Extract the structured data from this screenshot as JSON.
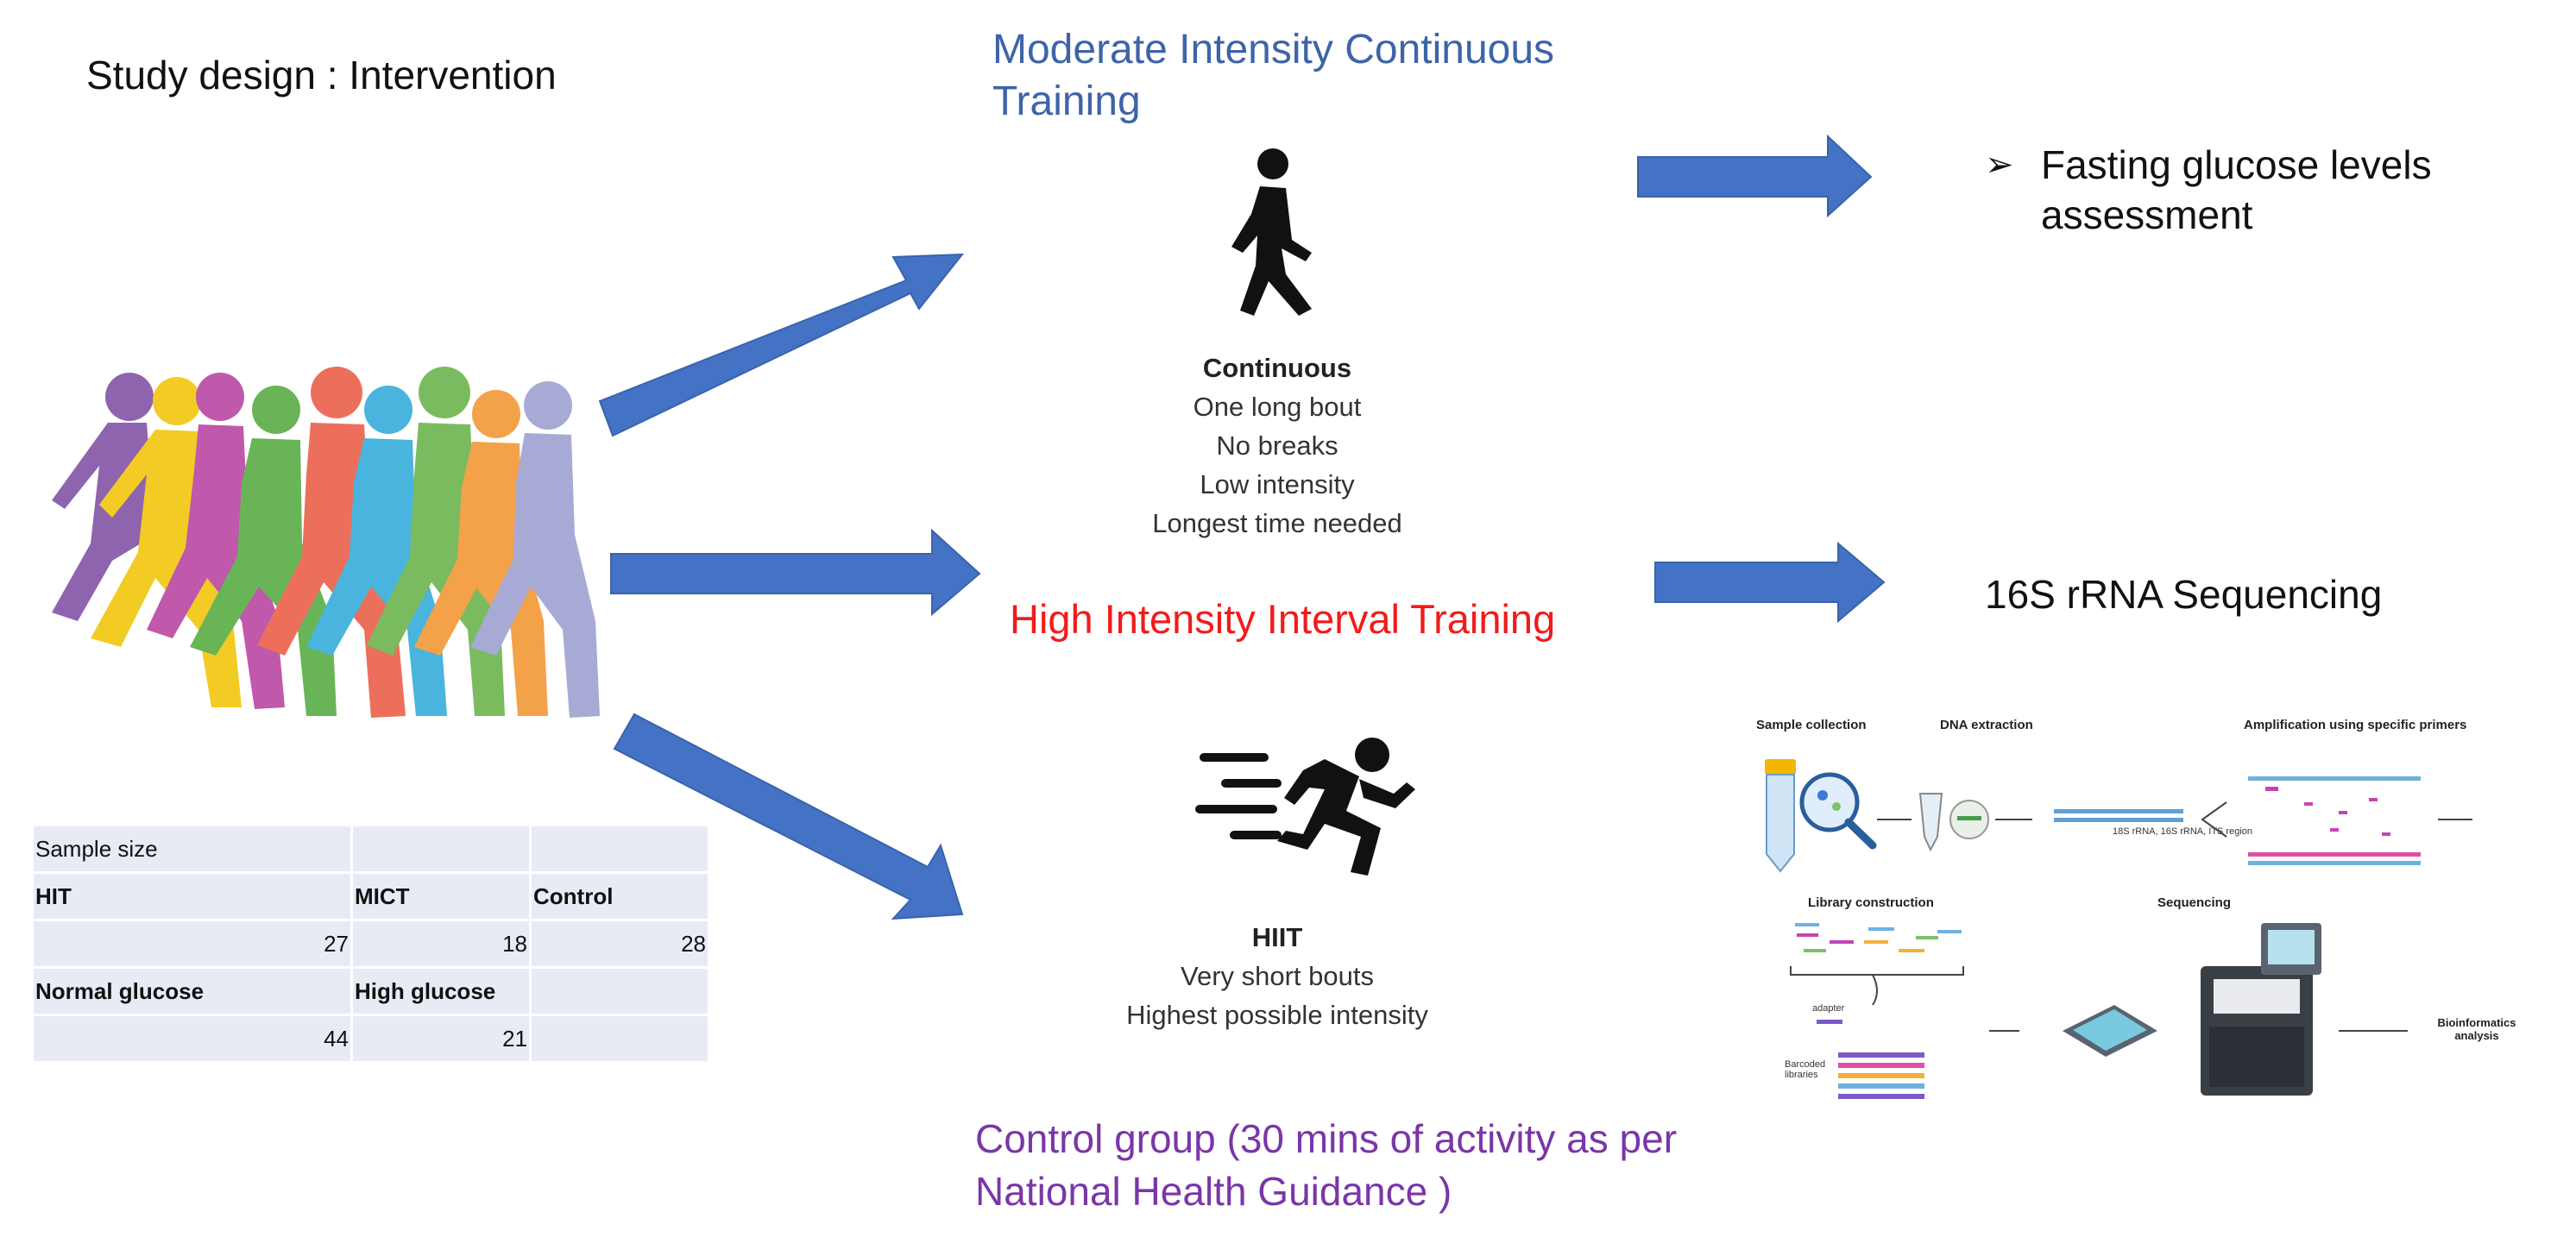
{
  "title": "Study design : Intervention",
  "mict": {
    "title": "Moderate  Intensity Continuous Training",
    "desc_heading": "Continuous",
    "desc_lines": [
      "One long bout",
      "No breaks",
      "Low intensity",
      "Longest time needed"
    ]
  },
  "hiit": {
    "title": "High Intensity Interval Training",
    "desc_heading": "HIIT",
    "desc_lines": [
      "Very short bouts",
      "Highest possible intensity"
    ]
  },
  "control": {
    "title": "Control group (30 mins of activity as per National Health Guidance )"
  },
  "outcomes": {
    "bullet": "➢",
    "fasting": "Fasting glucose levels assessment",
    "sequencing": "16S rRNA  Sequencing"
  },
  "sample_table": {
    "header": "Sample size",
    "group_labels": [
      "HIT",
      "MICT",
      "Control"
    ],
    "group_values": [
      "27",
      "18",
      "28"
    ],
    "glucose_labels": [
      "Normal glucose",
      "High glucose"
    ],
    "glucose_values": [
      "44",
      "21"
    ]
  },
  "workflow": {
    "sample_collection": "Sample collection",
    "dna_extraction": "DNA extraction",
    "amplification": "Amplification using specific primers",
    "region_note": "18S rRNA, 16S rRNA, ITS region",
    "library_construction": "Library construction",
    "adapter": "adapter",
    "barcoded": "Barcoded libraries",
    "sequencing": "Sequencing",
    "bioinformatics": "Bioinformatics analysis"
  },
  "colors": {
    "arrow": "#4472c4",
    "mict_title": "#3e64a8",
    "hiit_title": "#f21b1b",
    "control_title": "#7a36a8",
    "table_cell": "#e9ebf4"
  },
  "icons": {
    "runners": "crowd-of-runners-silhouettes",
    "walker": "walking-person-icon",
    "sprinter": "running-person-icon"
  }
}
